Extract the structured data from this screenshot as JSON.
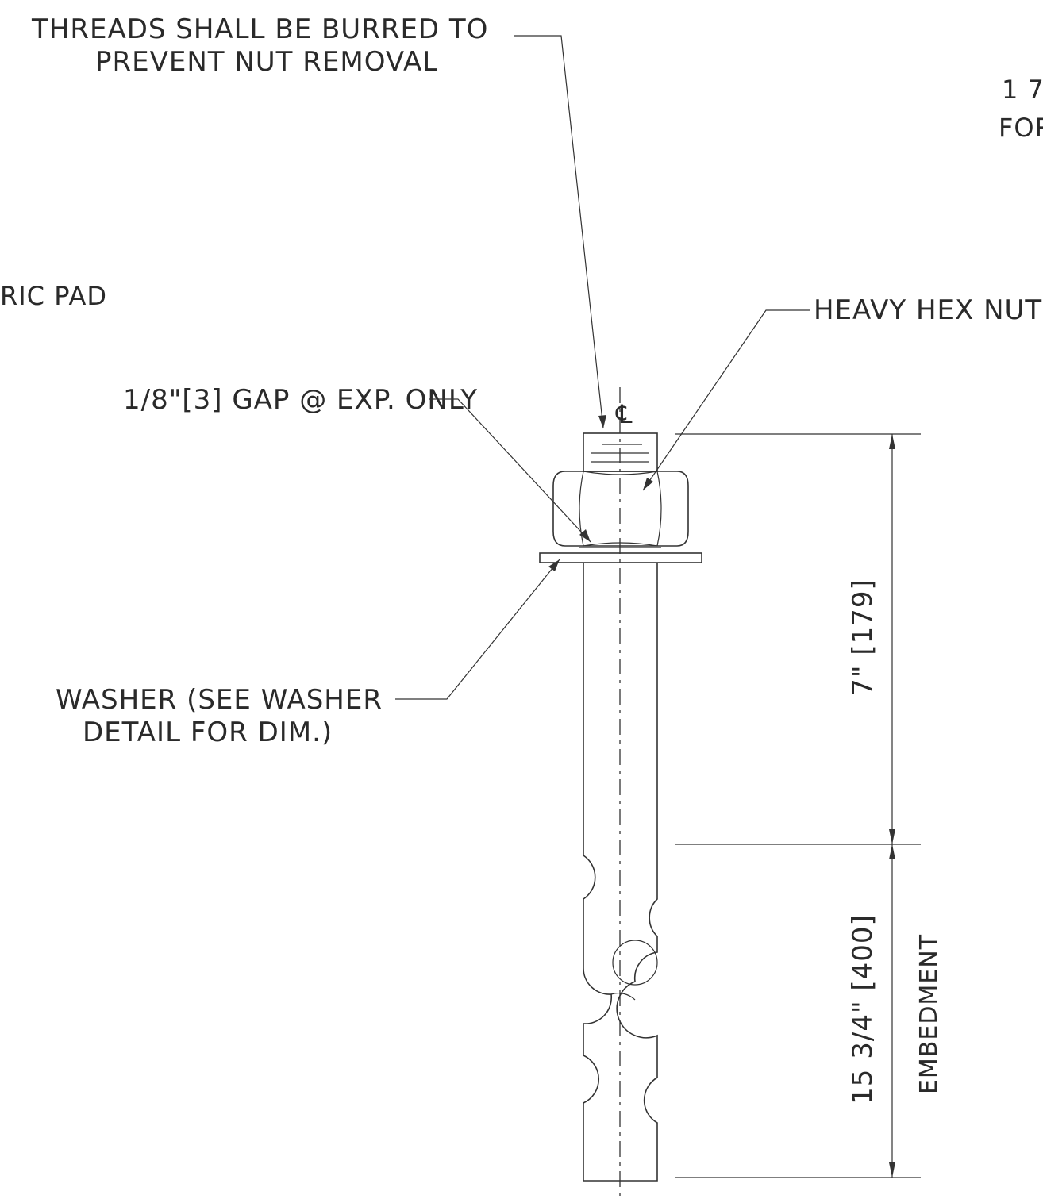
{
  "labels": {
    "threads_line1": "THREADS SHALL BE BURRED TO",
    "threads_line2": "PREVENT NUT REMOVAL",
    "gap": "1/8\"[3] GAP @ EXP. ONLY",
    "washer_line1": "WASHER (SEE WASHER",
    "washer_line2": "DETAIL FOR DIM.)",
    "heavy_hex_nut": "HEAVY HEX NUT",
    "pad_fragment": "RIC PAD",
    "corner_line1": "1 7",
    "corner_line2": "FOR",
    "centerline_symbol": "℄",
    "dim_upper": "7\" [179]",
    "dim_lower": "15 3/4\" [400]",
    "embedment": "EMBEDMENT"
  }
}
